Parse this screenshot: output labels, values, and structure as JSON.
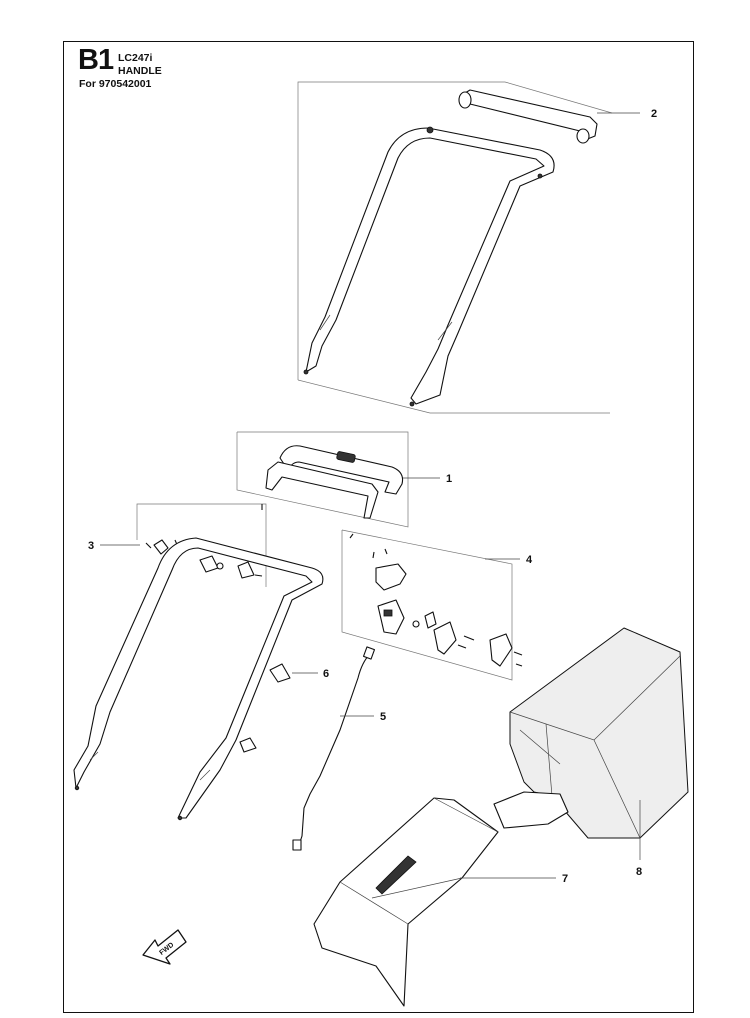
{
  "header": {
    "section_code": "B1",
    "model": "LC247i",
    "title": "HANDLE",
    "for_line": "For 970542001"
  },
  "callouts": [
    "1",
    "2",
    "3",
    "4",
    "5",
    "6",
    "7",
    "8"
  ],
  "fwd_arrow": {
    "label": "FWD",
    "icon": "forward-arrow-icon"
  }
}
